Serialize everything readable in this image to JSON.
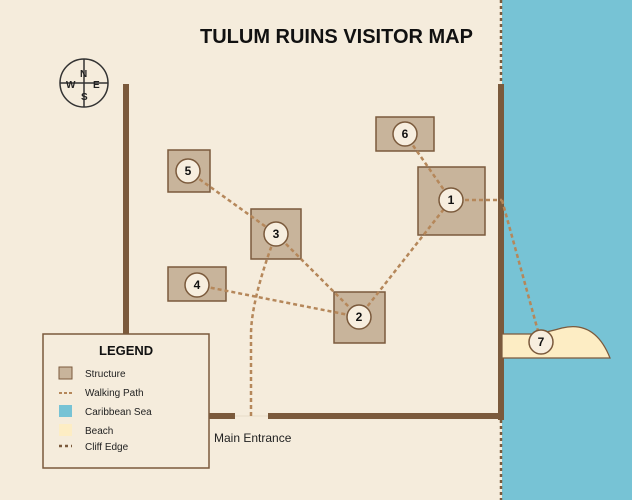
{
  "title": "TULUM RUINS VISITOR MAP",
  "compass": {
    "n": "N",
    "s": "S",
    "e": "E",
    "w": "W"
  },
  "colors": {
    "background": "#f5ecdc",
    "sea": "#77c3d5",
    "beach": "#fdedc4",
    "structure_fill": "#c8b49b",
    "structure_stroke": "#7b5a3c",
    "wall": "#7b5a3c",
    "path": "#b5875a",
    "cliff": "#7b5a3c"
  },
  "sites": [
    {
      "id": "1",
      "label": "1"
    },
    {
      "id": "2",
      "label": "2"
    },
    {
      "id": "3",
      "label": "3"
    },
    {
      "id": "4",
      "label": "4"
    },
    {
      "id": "5",
      "label": "5"
    },
    {
      "id": "6",
      "label": "6"
    },
    {
      "id": "7",
      "label": "7"
    }
  ],
  "paths": [
    [
      "5",
      "3"
    ],
    [
      "3",
      "2"
    ],
    [
      "4",
      "2"
    ],
    [
      "2",
      "1"
    ],
    [
      "6",
      "1"
    ],
    [
      "1",
      "cliff"
    ],
    [
      "cliff",
      "7"
    ],
    [
      "entrance",
      "3"
    ]
  ],
  "entrance_label": "Main Entrance",
  "legend": {
    "title": "LEGEND",
    "items": [
      {
        "key": "structure",
        "label": "Structure"
      },
      {
        "key": "walking-path",
        "label": "Walking Path"
      },
      {
        "key": "sea",
        "label": "Caribbean Sea"
      },
      {
        "key": "beach",
        "label": "Beach"
      },
      {
        "key": "cliff-edge",
        "label": "Cliff Edge"
      }
    ]
  }
}
